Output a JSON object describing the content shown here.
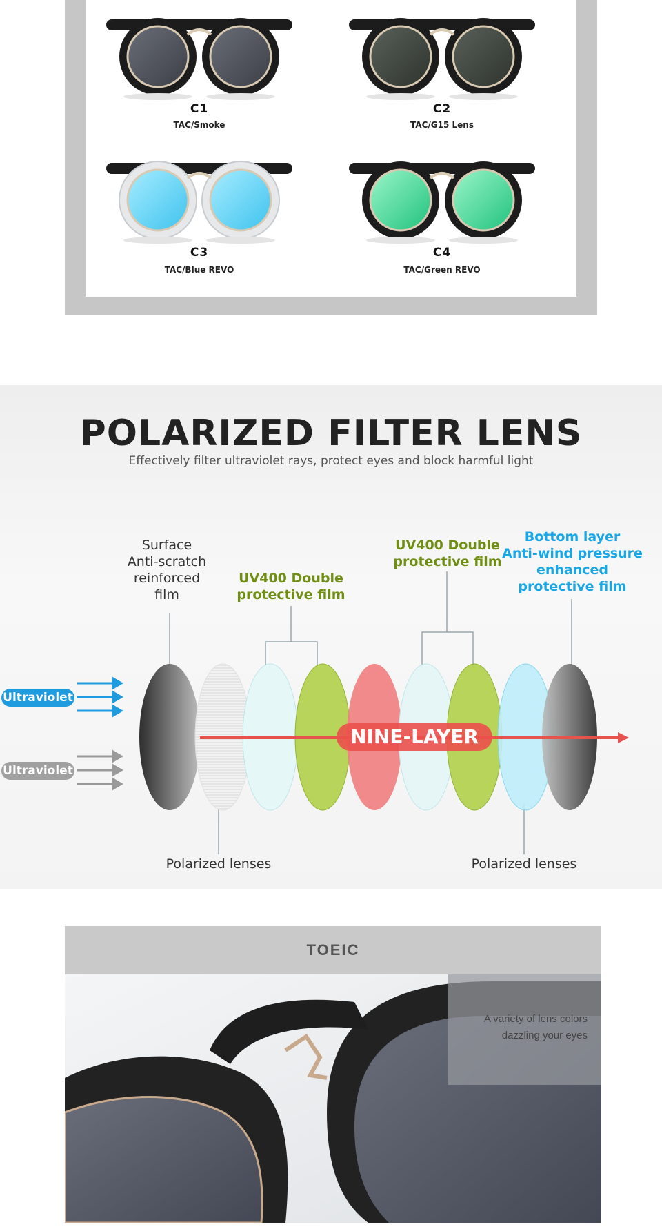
{
  "variants": [
    {
      "code": "C1",
      "desc": "TAC/Smoke",
      "lens_color": "#4b4e56",
      "frame_color": "#1c1c1c"
    },
    {
      "code": "C2",
      "desc": "TAC/G15 Lens",
      "lens_color": "#3a4138",
      "frame_color": "#1c1c1c"
    },
    {
      "code": "C3",
      "desc": "TAC/Blue REVO",
      "lens_color": "#6fd6f5",
      "frame_color": "#e6e8ea"
    },
    {
      "code": "C4",
      "desc": "TAC/Green REVO",
      "lens_color": "#4fe0a0",
      "frame_color": "#1c1c1c"
    }
  ],
  "lens_section": {
    "title": "POLARIZED FILTER LENS",
    "subtitle": "Effectively filter ultraviolet rays, protect eyes and block harmful light",
    "label_surface": [
      "Surface",
      "Anti-scratch",
      "reinforced",
      "film"
    ],
    "label_uv400_left": [
      "UV400 Double",
      "protective film"
    ],
    "label_uv400_right": [
      "UV400 Double",
      "protective film"
    ],
    "label_bottom": [
      "Bottom layer",
      "Anti-wind pressure",
      "enhanced",
      "protective film"
    ],
    "label_polarized_left": "Polarized lenses",
    "label_polarized_right": "Polarized lenses",
    "badge_uv_blue": "Ultraviolet",
    "badge_uv_gray": "Ultraviolet",
    "center_label": "NINE-LAYER",
    "colors": {
      "green": "#6f8e12",
      "blue": "#18a7e6",
      "red": "#eb504b"
    }
  },
  "toeic": {
    "header": "TOEIC",
    "tagline_1": "A variety of lens colors",
    "tagline_2": "dazzling your eyes"
  }
}
